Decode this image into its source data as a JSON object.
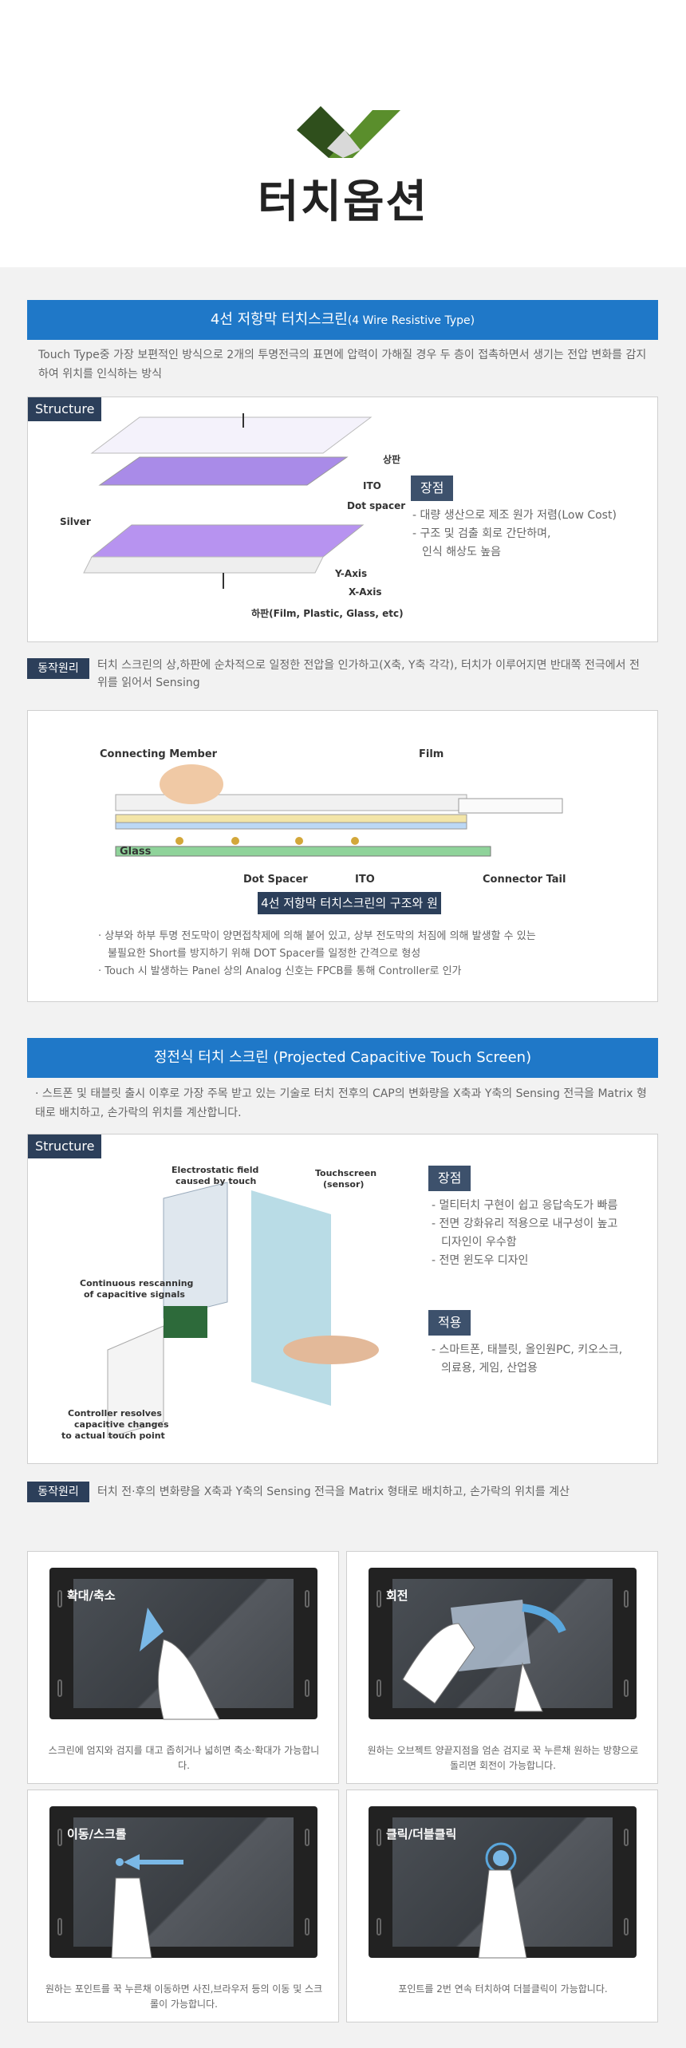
{
  "page_title": "터치옵션",
  "section1": {
    "title_main": "4선 저항막 터치스크린",
    "title_sub": "(4 Wire Resistive Type)",
    "intro": "Touch Type중 가장 보편적인 방식으로 2개의 투명전극의 표면에  압력이 가해질 경우 두 층이 접촉하면서 생기는 전압 변화를 감지하여 위치를 인식하는 방식",
    "structure_label": "Structure",
    "diagram_labels": {
      "top": "상판",
      "ito": "ITO",
      "dot": "Dot spacer",
      "silver": "Silver",
      "yaxis": "Y-Axis",
      "xaxis": "X-Axis",
      "bottom": "하판(Film, Plastic, Glass, etc)"
    },
    "adv_title": "장점",
    "adv_items": [
      "- 대량 생산으로 제조 원가 저렴(Low Cost)",
      "- 구조 및 검출 회로 간단하며,",
      "  인식 해상도 높음"
    ],
    "principle_label": "동작원리",
    "principle_text": "터치 스크린의 상,하판에 순차적으로 일정한 전압을 인가하고(X축, Y축 각각), 터치가 이루어지면 반대쪽 전극에서 전위를 읽어서 Sensing",
    "diagram2_labels": {
      "connecting": "Connecting Member",
      "film": "Film",
      "glass": "Glass",
      "dot": "Dot Spacer",
      "ito": "ITO",
      "tail": "Connector Tail"
    },
    "caption": "4선 저항막 터치스크린의 구조와 원리",
    "notes": [
      "· 상부와 하부 투명 전도막이 양면접착제에 의해 붙어 있고, 상부 전도막의 처짐에 의해  발생할 수 있는",
      "  불필요한 Short를 방지하기 위해 DOT Spacer를 일정한 간격으로 형성",
      "· Touch 시 발생하는 Panel 상의 Analog 신호는 FPCB를 통해 Controller로 인가"
    ]
  },
  "section2": {
    "title": "정전식 터치 스크린 (Projected Capacitive Touch Screen)",
    "intro": "· 스트폰 및 태블릿 출시 이후로 가장 주목 받고 있는 기술로 터치 전후의 CAP의 변화량을 X축과 Y축의 Sensing 전극을 Matrix 형태로 배치하고, 손가락의 위치를 계산합니다.",
    "structure_label": "Structure",
    "diagram_labels": {
      "field1": "Electrostatic field",
      "field2": "caused by touch",
      "screen1": "Touchscreen",
      "screen2": "(sensor)",
      "scan1": "Continuous rescanning",
      "scan2": "of capacitive signals",
      "ctrl1": "Controller resolves",
      "ctrl2": "capacitive changes",
      "ctrl3": "to actual touch point"
    },
    "adv_title": "장점",
    "adv_items": [
      "- 멀티터치 구현이 쉽고 응답속도가 빠름",
      "- 전면 강화유리 적용으로 내구성이 높고",
      "  디자인이 우수함",
      "- 전면 윈도우 디자인"
    ],
    "app_title": "적용",
    "app_items": [
      "- 스마트폰, 태블릿, 올인원PC, 키오스크,",
      "  의료용, 게임, 산업용"
    ],
    "principle_label": "동작원리",
    "principle_text": "터치 전·후의 변화량을 X축과 Y축의 Sensing 전극을 Matrix 형태로 배치하고, 손가락의 위치를 계산"
  },
  "gestures": [
    {
      "title": "확대/축소",
      "desc": "스크린에 엄지와 검지를 대고 좁히거나 넓히면  축소·확대가 가능합니다."
    },
    {
      "title": "회전",
      "desc": "원하는 오브젝트 양끝지점을 엄손 검지로 꾹 누른채 원하는 방향으로 돌리면 회전이 가능합니다."
    },
    {
      "title": "이동/스크롤",
      "desc": "원하는 포인트를 꾹 누른채 이동하면 사진,브라우저 등의 이동 및 스크롤이 가능합니다."
    },
    {
      "title": "클릭/더블클릭",
      "desc": "포인트를 2번 연속  터치하여 더블클릭이 가능합니다."
    }
  ],
  "colors": {
    "accent": "#1f78c8",
    "navy": "#2c3f5a",
    "logo_dark": "#2f4f1c",
    "logo_light": "#5a8e2c"
  }
}
